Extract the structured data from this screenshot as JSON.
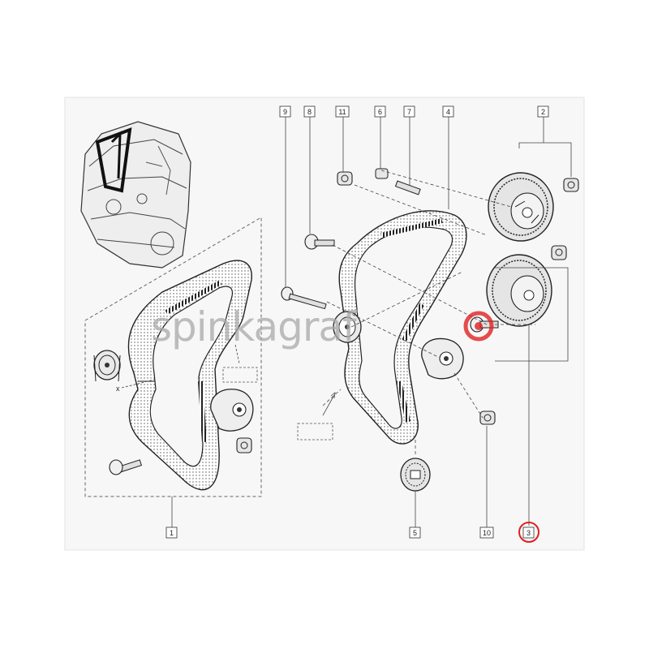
{
  "callouts": [
    {
      "id": "c1",
      "text": "1"
    },
    {
      "id": "c2",
      "text": "2"
    },
    {
      "id": "c3",
      "text": "3"
    },
    {
      "id": "c4",
      "text": "4"
    },
    {
      "id": "c5",
      "text": "5"
    },
    {
      "id": "c6",
      "text": "6"
    },
    {
      "id": "c7",
      "text": "7"
    },
    {
      "id": "c8",
      "text": "8"
    },
    {
      "id": "c9",
      "text": "9"
    },
    {
      "id": "c10",
      "text": "10"
    },
    {
      "id": "c11",
      "text": "11"
    }
  ],
  "annotations": {
    "x_mark": "x"
  },
  "highlight": {
    "callout": "3",
    "color": "#e02020"
  },
  "watermark": {
    "text": "spinkagraf",
    "color": "#a9a9a9",
    "accent": "#e02020"
  }
}
